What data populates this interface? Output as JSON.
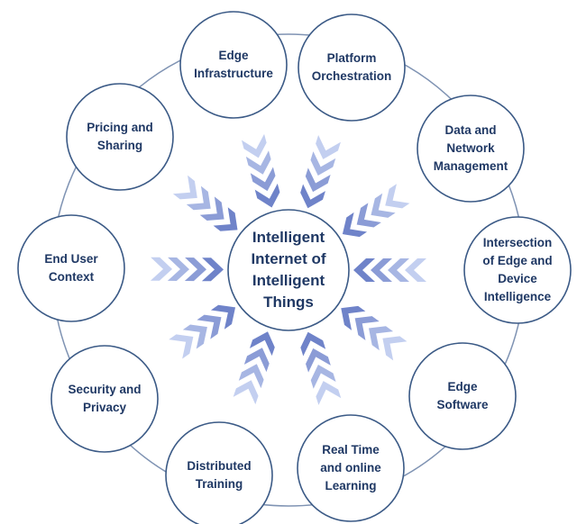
{
  "center": {
    "label": "Intelligent\nInternet of\nIntelligent\nThings"
  },
  "nodes": [
    {
      "id": "edge-infrastructure",
      "label": "Edge\nInfrastructure"
    },
    {
      "id": "platform-orchestration",
      "label": "Platform\nOrchestration"
    },
    {
      "id": "data-and-network-management",
      "label": "Data and\nNetwork\nManagement"
    },
    {
      "id": "intersection-of-edge-and-device-intelligence",
      "label": "Intersection\nof Edge and\nDevice\nIntelligence"
    },
    {
      "id": "edge-software",
      "label": "Edge\nSoftware"
    },
    {
      "id": "real-time-and-online-learning",
      "label": "Real Time\nand online\nLearning"
    },
    {
      "id": "distributed-training",
      "label": "Distributed\nTraining"
    },
    {
      "id": "security-and-privacy",
      "label": "Security and\nPrivacy"
    },
    {
      "id": "end-user-context",
      "label": "End User\nContext"
    },
    {
      "id": "pricing-and-sharing",
      "label": "Pricing and\nSharing"
    }
  ],
  "colors": {
    "circle_stroke": "#3b5a86",
    "ring_stroke": "#7f93b3",
    "text": "#1f3864",
    "chevron_light": "#c3cff0",
    "chevron_dark": "#6f83c9"
  }
}
